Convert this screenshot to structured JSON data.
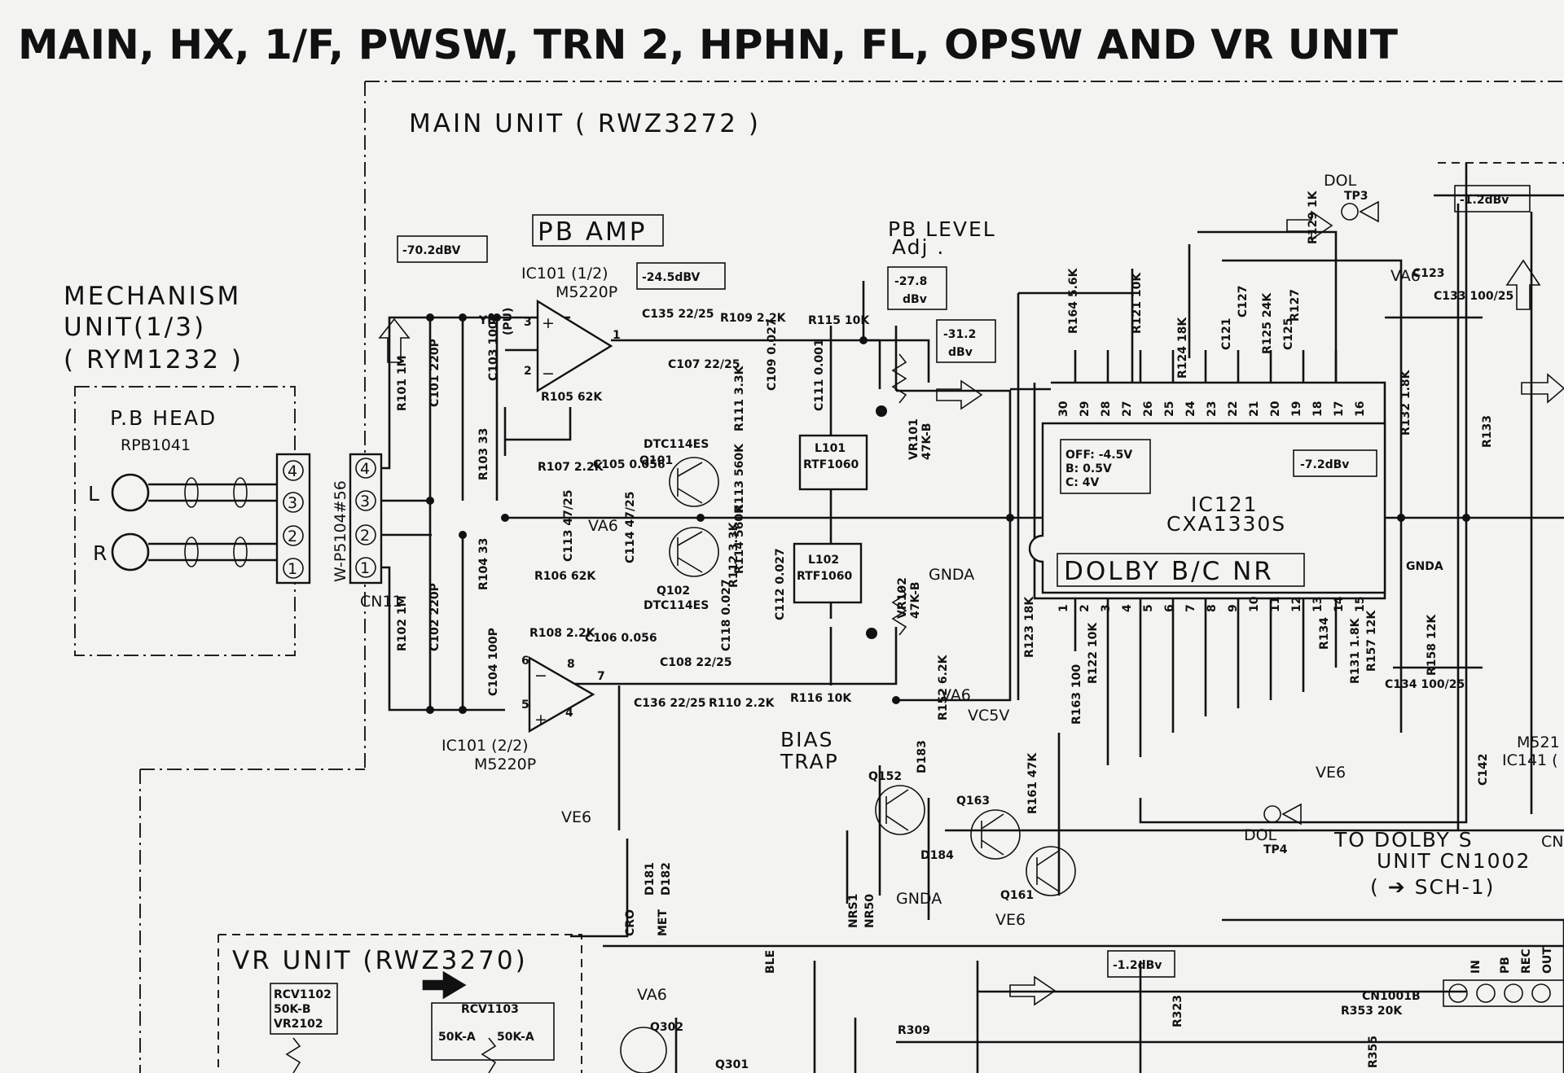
{
  "title": "MAIN, HX, 1/F, PWSW, TRN 2, HPHN, FL, OPSW AND VR UNIT",
  "units": {
    "main": "MAIN UNIT ( RWZ3272 )",
    "mechanism": [
      "MECHANISM",
      "UNIT(1/3)",
      "( RYM1232 )"
    ],
    "pb_head": [
      "P.B HEAD",
      "RPB1041"
    ],
    "vr": "VR UNIT (RWZ3270)"
  },
  "blocks": {
    "pb_amp": "PB  AMP",
    "pb_level": [
      "PB  LEVEL",
      "Adj ."
    ],
    "dolby_nr": "DOLBY  B/C  NR",
    "bias_trap": [
      "BIAS",
      "TRAP"
    ],
    "to_dolby_s": [
      "TO  DOLBY S",
      "UNIT  CN1002",
      "( ➔ SCH-1)"
    ]
  },
  "levels": {
    "l1": "-70.2dBV",
    "l2": "-24.5dBV",
    "l3": [
      "-27.8",
      "dBv"
    ],
    "l4": [
      "-31.2",
      "dBv"
    ],
    "l5": "-7.2dBv",
    "l6": "-1.2dBv",
    "l7": "-1.2dBv"
  },
  "ics": {
    "ic101a": [
      "IC101 (1/2)",
      "M5220P"
    ],
    "ic101b": [
      "IC101 (2/2)",
      "M5220P"
    ],
    "ic121": [
      "IC121",
      "CXA1330S"
    ],
    "ic121_modes": [
      "OFF: -4.5V",
      "B: 0.5V",
      "C: 4V"
    ],
    "ic141": [
      "M521",
      "IC141 ("
    ]
  },
  "connectors": {
    "cn11": "CN11",
    "cn11_part": "W-P5104#56",
    "cn11_pins": [
      "4",
      "3",
      "2",
      "1"
    ],
    "head_pins": [
      "4",
      "3",
      "2",
      "1"
    ],
    "cn1001b": "CN1001B",
    "cn_right": "CN"
  },
  "rails": {
    "va6": "VA6",
    "ve6": "VE6",
    "vc5v": "VC5V",
    "gnda": "GNDA"
  },
  "test_points": {
    "dol_l": "DOL",
    "tp3": "TP3",
    "dol_r": "DOL",
    "tp4": "TP4"
  },
  "channels": {
    "left": "L",
    "right": "R"
  },
  "parts": {
    "transistors": [
      "DTC114ES",
      "Q101",
      "Q102",
      "DTC114ES",
      "Q152",
      "Q163",
      "Q161",
      "Q302",
      "Q301"
    ],
    "coils": [
      [
        "L101",
        "RTF1060"
      ],
      [
        "L102",
        "RTF1060"
      ]
    ],
    "vrs": [
      [
        "VR101",
        "47K-B"
      ],
      [
        "VR102",
        "47K-B"
      ]
    ],
    "vr_unit_parts": [
      "RCV1102",
      "50K-B",
      "VR2102",
      "RCV1103",
      "50K-A",
      "50K-A"
    ],
    "labels": [
      "R101 1M",
      "C101 220P",
      "C103 100P",
      "YB",
      "(PU)",
      "R103 33",
      "R104 33",
      "R102 1M",
      "C102 220P",
      "C104 100P",
      "R105 62K",
      "R107 2.2K",
      "C105 0.056",
      "R106 62K",
      "R108 2.2K",
      "C106 0.056",
      "C135 22/25",
      "R109 2.2K",
      "C107 22/25",
      "C109 0.027",
      "R111 3.3K",
      "R115 10K",
      "C111 0.001",
      "R113 560K",
      "C113 47/25",
      "C114 47/25",
      "R114 560K",
      "C112 0.027",
      "C118 0.027",
      "R112 3.3K",
      "C108 22/25",
      "R110 2.2K",
      "C136 22/25",
      "R116 10K",
      "D181",
      "D182",
      "CRO",
      "MET",
      "R152 6.2K",
      "D183",
      "D184",
      "R161 47K",
      "R163 100",
      "R164 5.6K",
      "R121 10K",
      "R123 18K",
      "R122 10K",
      "R124 18K",
      "C121",
      "R125 24K",
      "C125",
      "R127",
      "C127",
      "R129 1K",
      "C123",
      "R131 1.8K",
      "R132 1.8K",
      "R133",
      "R134",
      "R157 12K",
      "R158 12K",
      "C133 100/25",
      "C134 100/25",
      "C142",
      "R309",
      "R323",
      "R353 20K",
      "R355",
      "NRS1",
      "NR50",
      "BLE",
      "IN",
      "PB",
      "REC",
      "OUT"
    ],
    "ic_pins_top": [
      "30",
      "29",
      "28",
      "27",
      "26",
      "25",
      "24",
      "23",
      "22",
      "21",
      "20",
      "19",
      "18",
      "17",
      "16"
    ],
    "ic_pins_bottom": [
      "1",
      "2",
      "3",
      "4",
      "5",
      "6",
      "7",
      "8",
      "9",
      "10",
      "11",
      "12",
      "13",
      "14",
      "15"
    ],
    "opamp_pins_a": [
      "3",
      "2",
      "1"
    ],
    "opamp_pins_b": [
      "6",
      "5",
      "8",
      "7",
      "4"
    ]
  }
}
